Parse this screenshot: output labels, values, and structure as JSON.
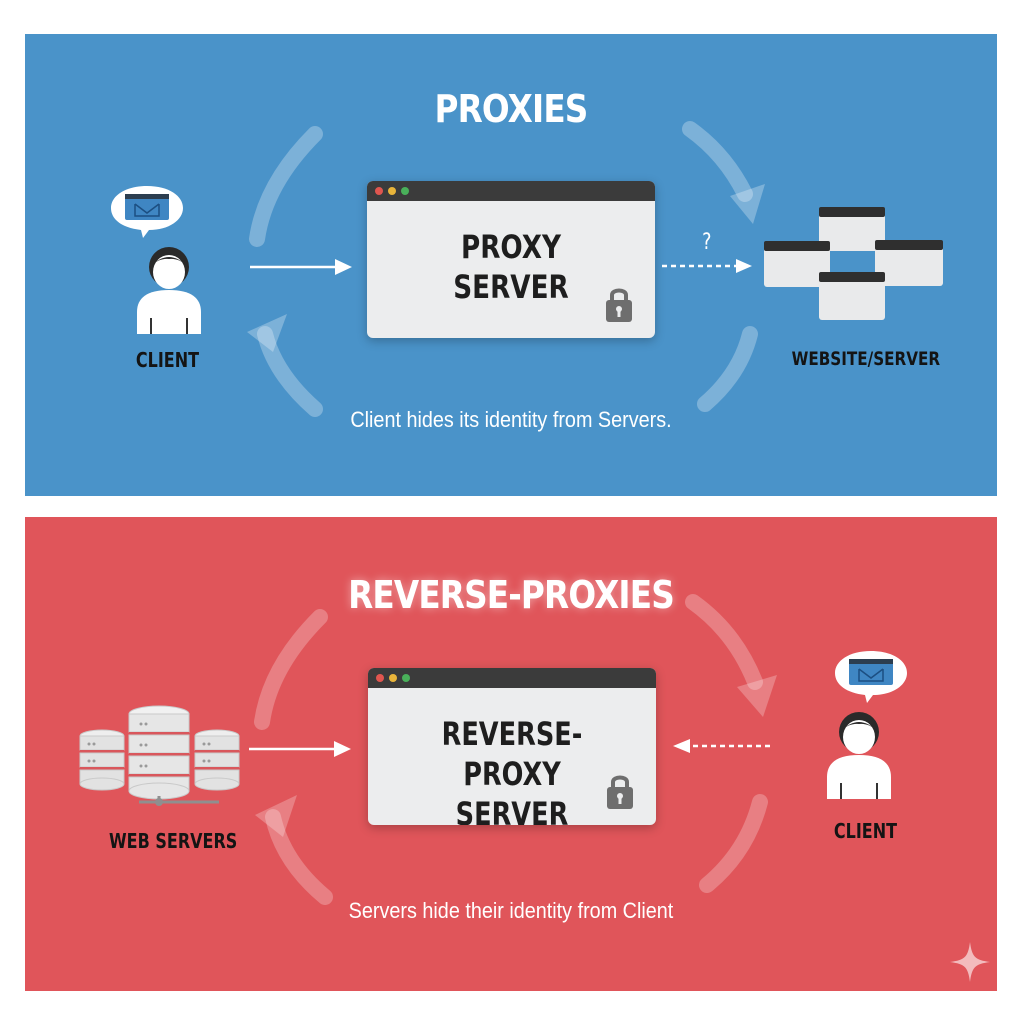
{
  "proxy_panel": {
    "title": "PROXIES",
    "window_label_line1": "PROXY",
    "window_label_line2": "SERVER",
    "client_label": "CLIENT",
    "server_label": "WEBSITE/SERVER",
    "question_mark": "?",
    "caption": "Client hides its identity from Servers."
  },
  "reverse_panel": {
    "title": "REVERSE-PROXIES",
    "window_label_line1": "REVERSE-PROXY",
    "window_label_line2": "SERVER",
    "servers_label": "WEB SERVERS",
    "client_label": "CLIENT",
    "caption": "Servers hide their identity from Client"
  },
  "colors": {
    "proxy_background": "#4a93c9",
    "reverse_background": "#e0555a",
    "window_body": "#ecedee",
    "window_bar": "#3b3b3b"
  },
  "icons": [
    "person-icon",
    "speech-bubble-mail-icon",
    "lock-icon",
    "browser-window-icon",
    "database-stack-icon",
    "cycle-arrow-icon",
    "sparkle-icon"
  ]
}
